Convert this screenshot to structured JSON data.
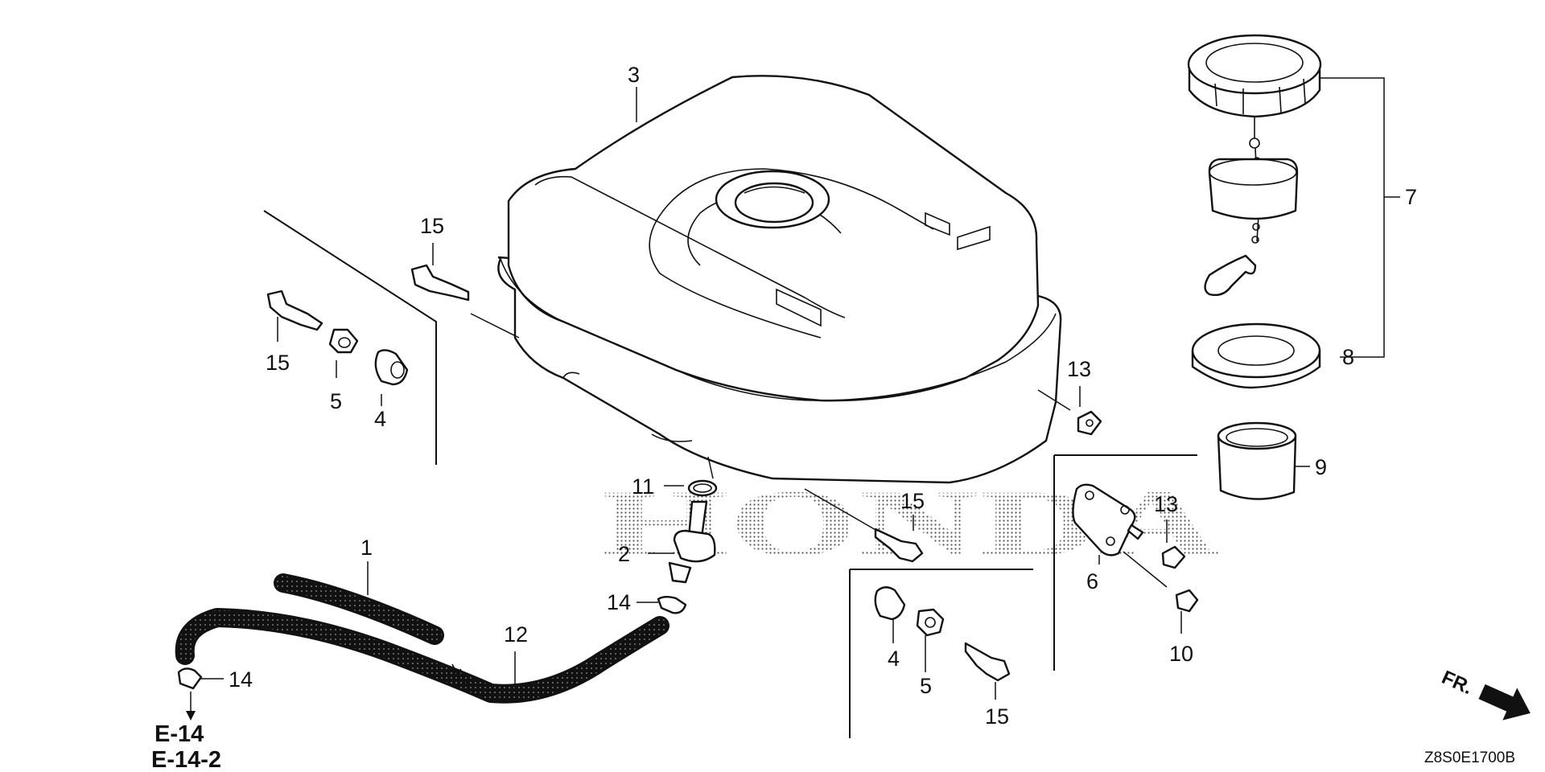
{
  "watermark": "HONDA",
  "callouts": {
    "c1": "1",
    "c2": "2",
    "c3": "3",
    "c4a": "4",
    "c4b": "4",
    "c5a": "5",
    "c5b": "5",
    "c6": "6",
    "c7": "7",
    "c8": "8",
    "c9": "9",
    "c10": "10",
    "c11": "11",
    "c12": "12",
    "c13a": "13",
    "c13b": "13",
    "c14a": "14",
    "c14b": "14",
    "c15a": "15",
    "c15b": "15",
    "c15c": "15",
    "c15d": "15"
  },
  "references": [
    "E-14",
    "E-14-2"
  ],
  "front_indicator": "FR.",
  "diagram_code": "Z8S0E1700B"
}
